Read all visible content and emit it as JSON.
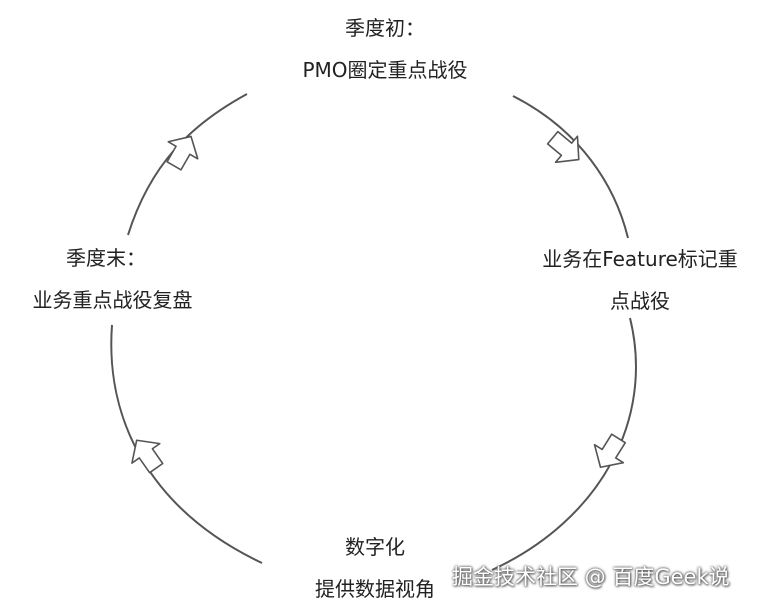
{
  "diagram": {
    "stages": {
      "top": {
        "line1": "季度初：",
        "line2": "PMO圈定重点战役"
      },
      "right": {
        "line1": "业务在Feature标记重",
        "line2": "点战役"
      },
      "bottom": {
        "line1": "数字化",
        "line2": "提供数据视角"
      },
      "left": {
        "line1": "季度末：",
        "line2": "业务重点战役复盘"
      }
    },
    "colors": {
      "stroke": "#555555",
      "text": "#222222",
      "background": "#ffffff"
    }
  },
  "watermark": {
    "text": "掘金技术社区 @ 百度Geek说"
  }
}
